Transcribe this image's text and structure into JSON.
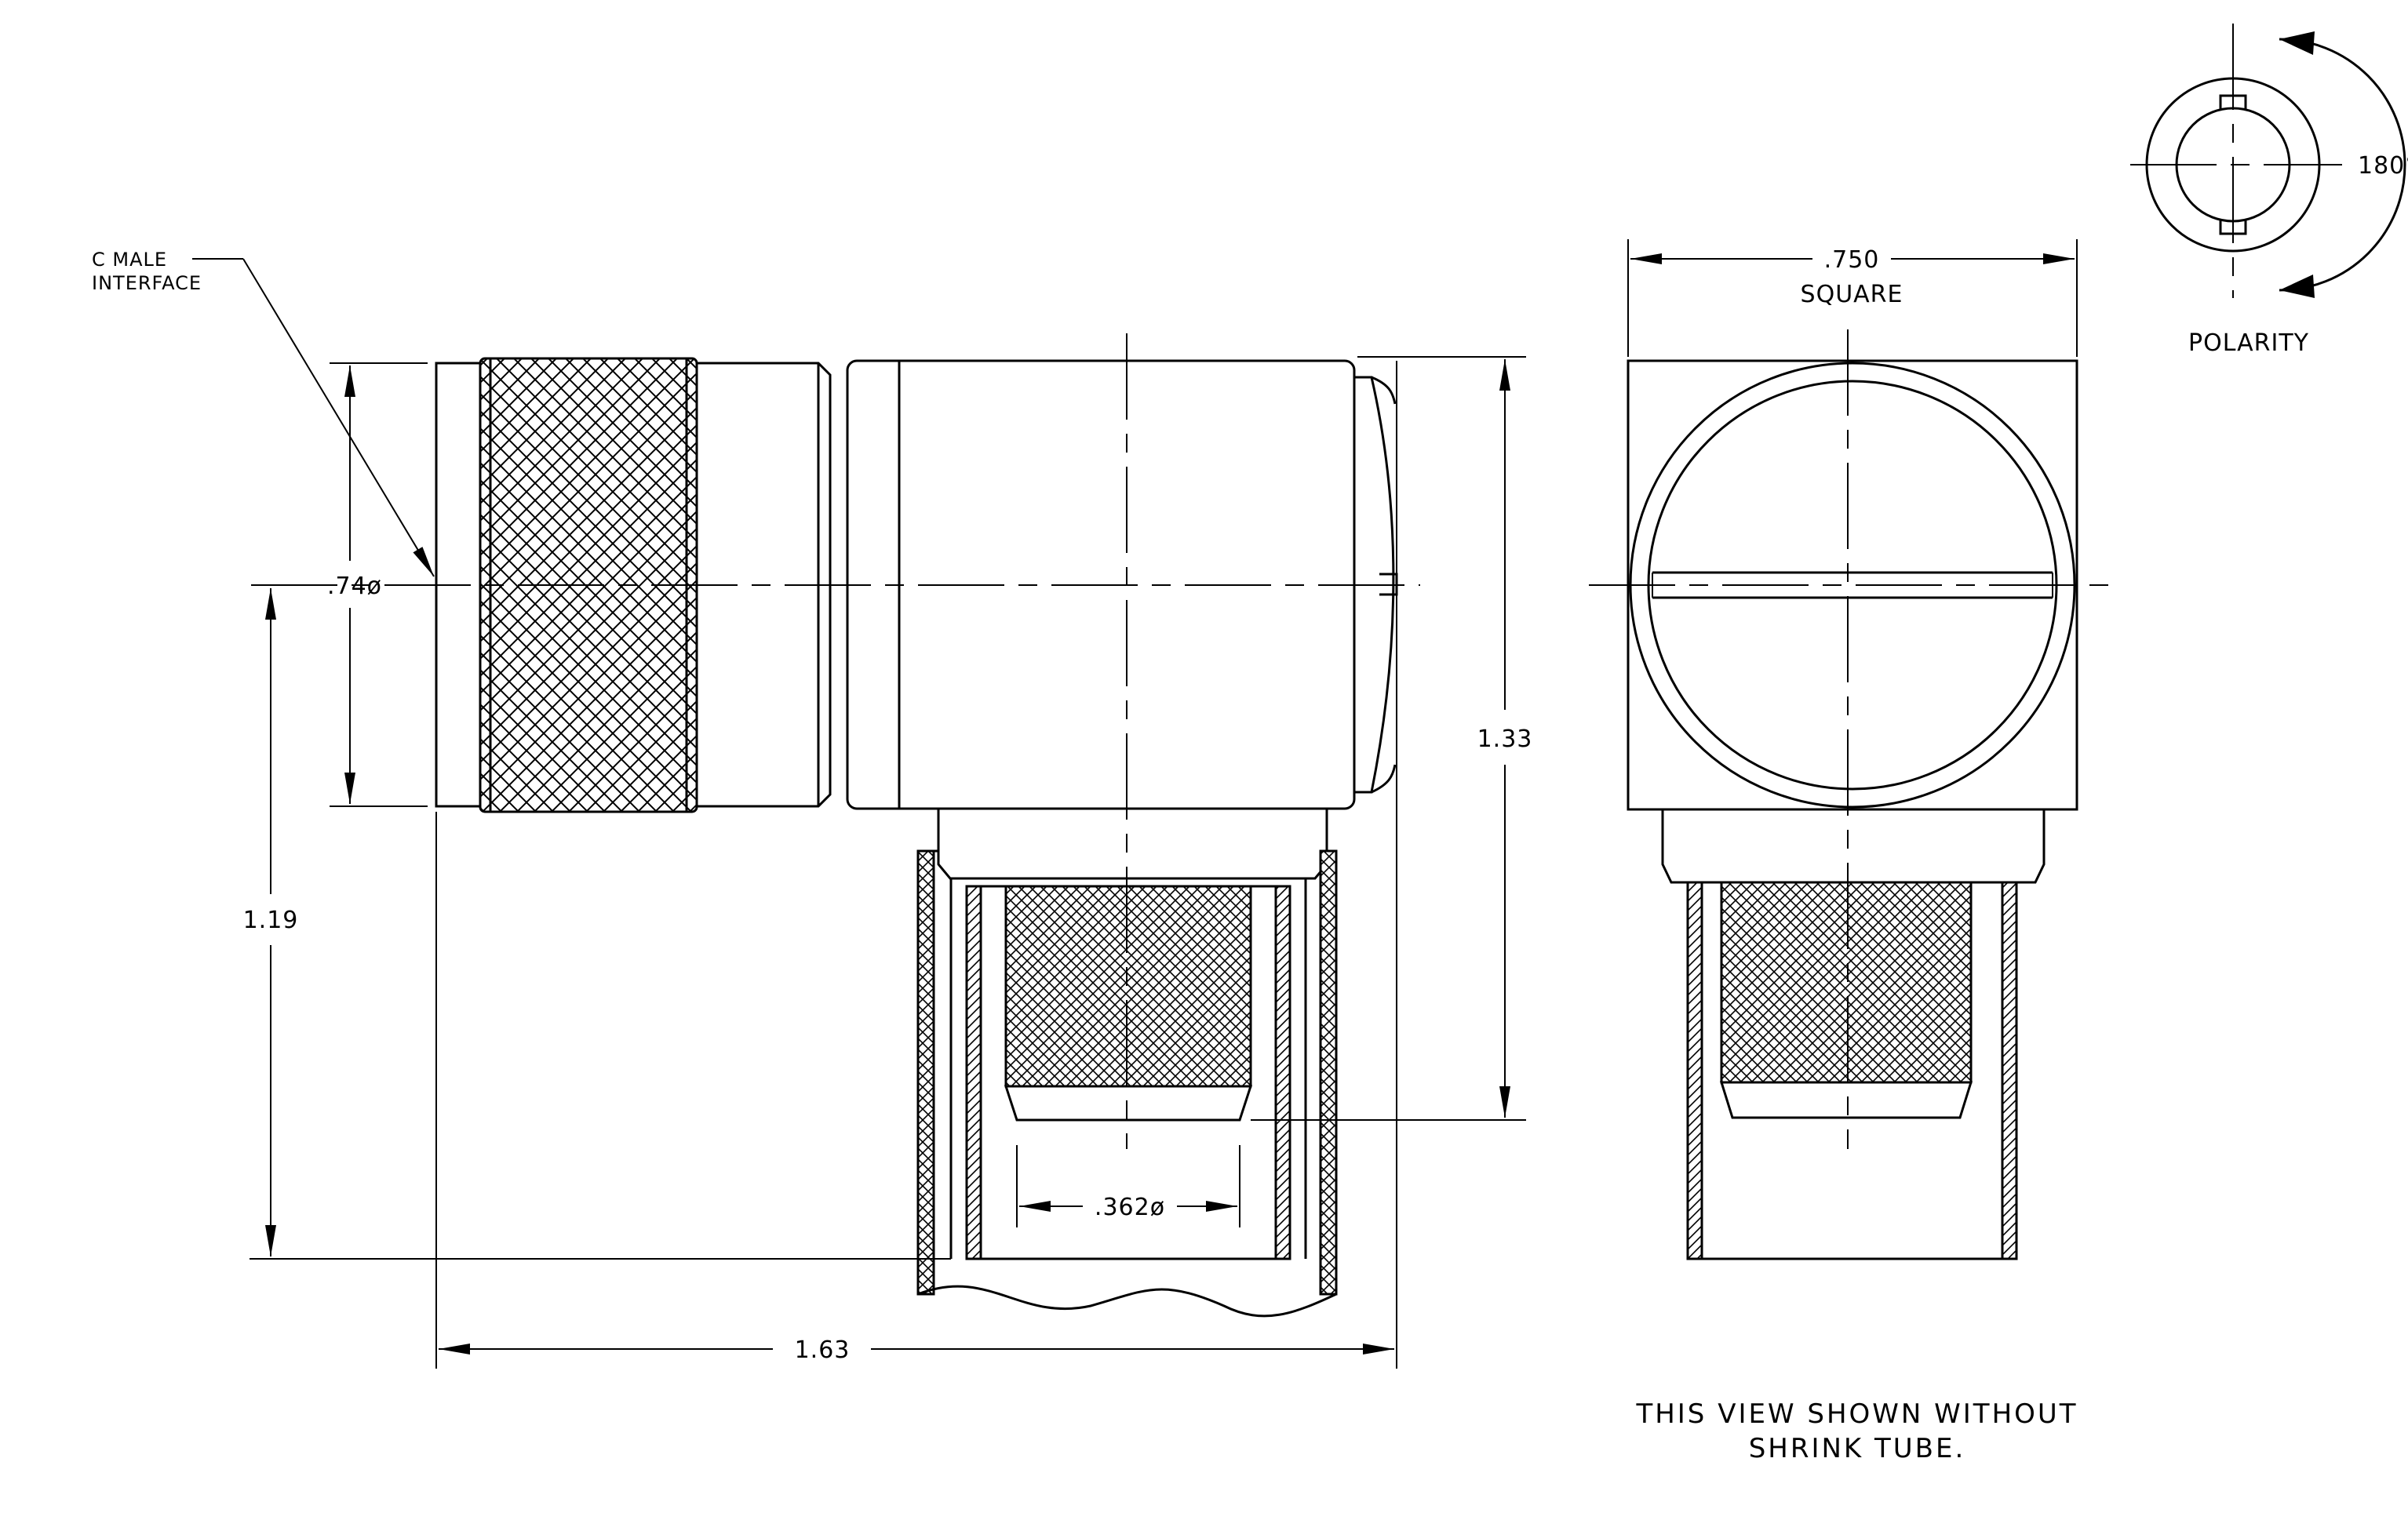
{
  "labels": {
    "interface_line1": "C MALE",
    "interface_line2": "INTERFACE",
    "dia_074": ".74ø",
    "dim_119": "1.19",
    "dim_163": "1.63",
    "dim_133": "1.33",
    "dia_0362": ".362ø",
    "dim_0750": ".750",
    "square": "SQUARE",
    "angle_180": "180°",
    "polarity": "POLARITY",
    "note_line1": "THIS VIEW SHOWN WITHOUT",
    "note_line2": "SHRINK TUBE."
  }
}
